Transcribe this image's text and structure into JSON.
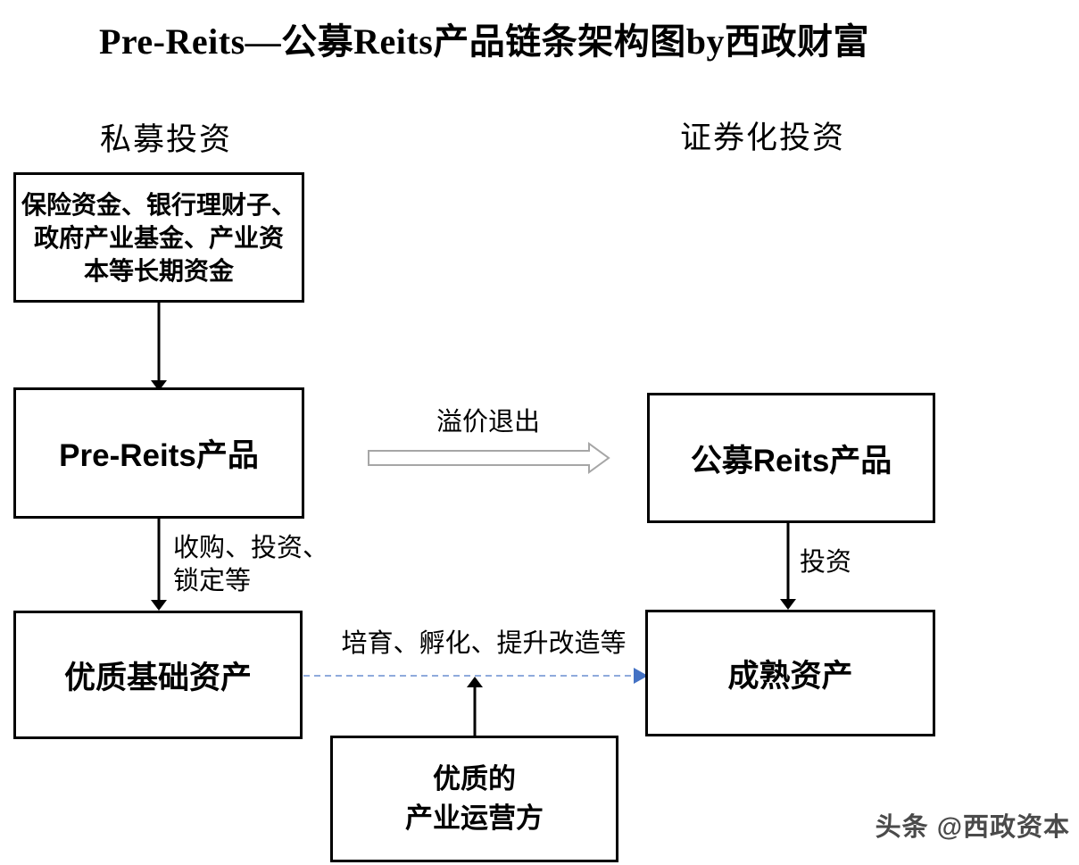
{
  "title": "Pre-Reits—公募Reits产品链条架构图by西政财富",
  "headers": {
    "left": "私募投资",
    "right": "证券化投资"
  },
  "nodes": {
    "funding_sources": "保险资金、银行理财子、\n政府产业基金、产业资\n本等长期资金",
    "pre_reits_product": "Pre-Reits产品",
    "public_reits_product": "公募Reits产品",
    "quality_base_assets": "优质基础资产",
    "mature_assets": "成熟资产",
    "quality_operator": "优质的\n产业运营方"
  },
  "edges": {
    "premium_exit": "溢价退出",
    "acquire_invest_lock": "收购、投资、\n锁定等",
    "cultivate_incubate_upgrade": "培育、孵化、提升改造等",
    "invest": "投资"
  },
  "watermark": "头条 @西政资本",
  "colors": {
    "box_border": "#000000",
    "solid_arrow": "#000000",
    "hollow_arrow_outline": "#a6a6a6",
    "dashed_arrow_line": "#8faadc",
    "dashed_arrow_head": "#4472c4"
  }
}
